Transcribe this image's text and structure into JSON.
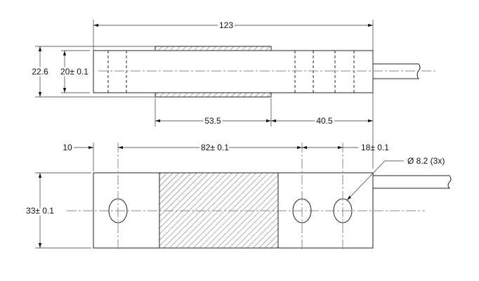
{
  "top_view": {
    "length_label": "123",
    "height_outer_label": "22.6",
    "height_body_label": "20± 0.1",
    "pad_length_label": "53.5",
    "end_length_label": "40.5"
  },
  "front_view": {
    "edge_to_hole_label": "10",
    "hole_spacing_label": "82± 0.1",
    "hole_pitch_label": "18± 0.1",
    "hole_diameter_label": "Ø 8.2 (3x)",
    "width_label": "33± 0.1"
  }
}
